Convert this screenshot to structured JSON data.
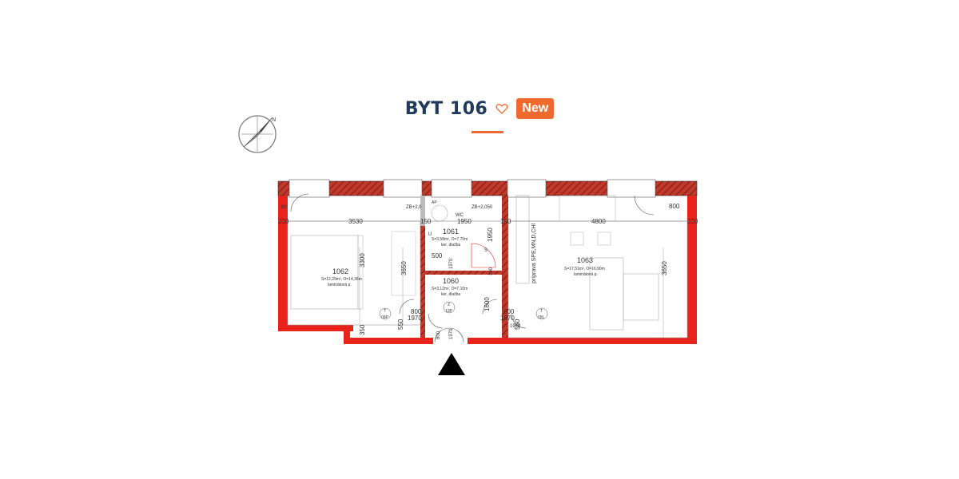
{
  "header": {
    "title": "BYT 106",
    "badge": "New",
    "accent_color": "#ee6a2f",
    "title_color": "#1f3a5c"
  },
  "icons": {
    "favorite": "heart-outline-icon",
    "compass": "north-compass-icon",
    "entrance": "entrance-triangle-icon"
  },
  "plan": {
    "rooms": [
      {
        "id": "1062",
        "area": "S=12,29m², O=14,36m",
        "floor": "laminátová p."
      },
      {
        "id": "1061",
        "area": "S=3,58m², O=7,70m",
        "floor": "ker. dlažba",
        "label": "WC",
        "extra": "AP"
      },
      {
        "id": "1060",
        "area": "S=3,12m², O=7,10m",
        "floor": "ker. dlažba"
      },
      {
        "id": "1063",
        "area": "S=17,51m², O=16,90m",
        "floor": "laminátová p.",
        "note": "príprava SPE,MN,D,CHl"
      }
    ],
    "dimensions": [
      "200",
      "3530",
      "150",
      "1950",
      "150",
      "4800",
      "800",
      "200",
      "3300",
      "3650",
      "1950",
      "500",
      "1970",
      "100",
      "3650",
      "1600",
      "350",
      "550",
      "800",
      "1970",
      "800",
      "1970",
      "550",
      "800",
      "1970",
      "1970",
      "80"
    ],
    "door_tags": [
      "T",
      "09P",
      "T",
      "09L",
      "Z",
      "13P"
    ],
    "other_labels": [
      "ZB+2,0",
      "ZB+2,050",
      "U",
      "S"
    ]
  }
}
